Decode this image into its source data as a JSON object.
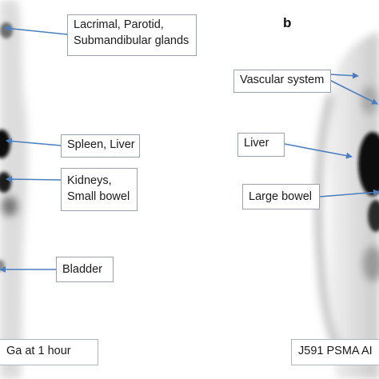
{
  "panel_b": {
    "letter": "b"
  },
  "left_labels": [
    {
      "id": "glands",
      "lines": [
        "Lacrimal, Parotid,",
        "Submandibular glands"
      ]
    },
    {
      "id": "spleen_liver",
      "lines": [
        "Spleen, Liver"
      ]
    },
    {
      "id": "kidneys_bowel",
      "lines": [
        "Kidneys,",
        "Small bowel"
      ]
    },
    {
      "id": "bladder",
      "lines": [
        "Bladder"
      ]
    }
  ],
  "right_labels": [
    {
      "id": "vascular",
      "lines": [
        "Vascular system"
      ]
    },
    {
      "id": "liver",
      "lines": [
        "Liver"
      ]
    },
    {
      "id": "large_bowel",
      "lines": [
        "Large bowel"
      ]
    }
  ],
  "captions": {
    "left": "Ga at 1 hour",
    "right": "J591 PSMA AI"
  },
  "colors": {
    "arrow": "#4a7fbf",
    "border": "#9aa3ad",
    "uptake": "#0d0d0d"
  }
}
